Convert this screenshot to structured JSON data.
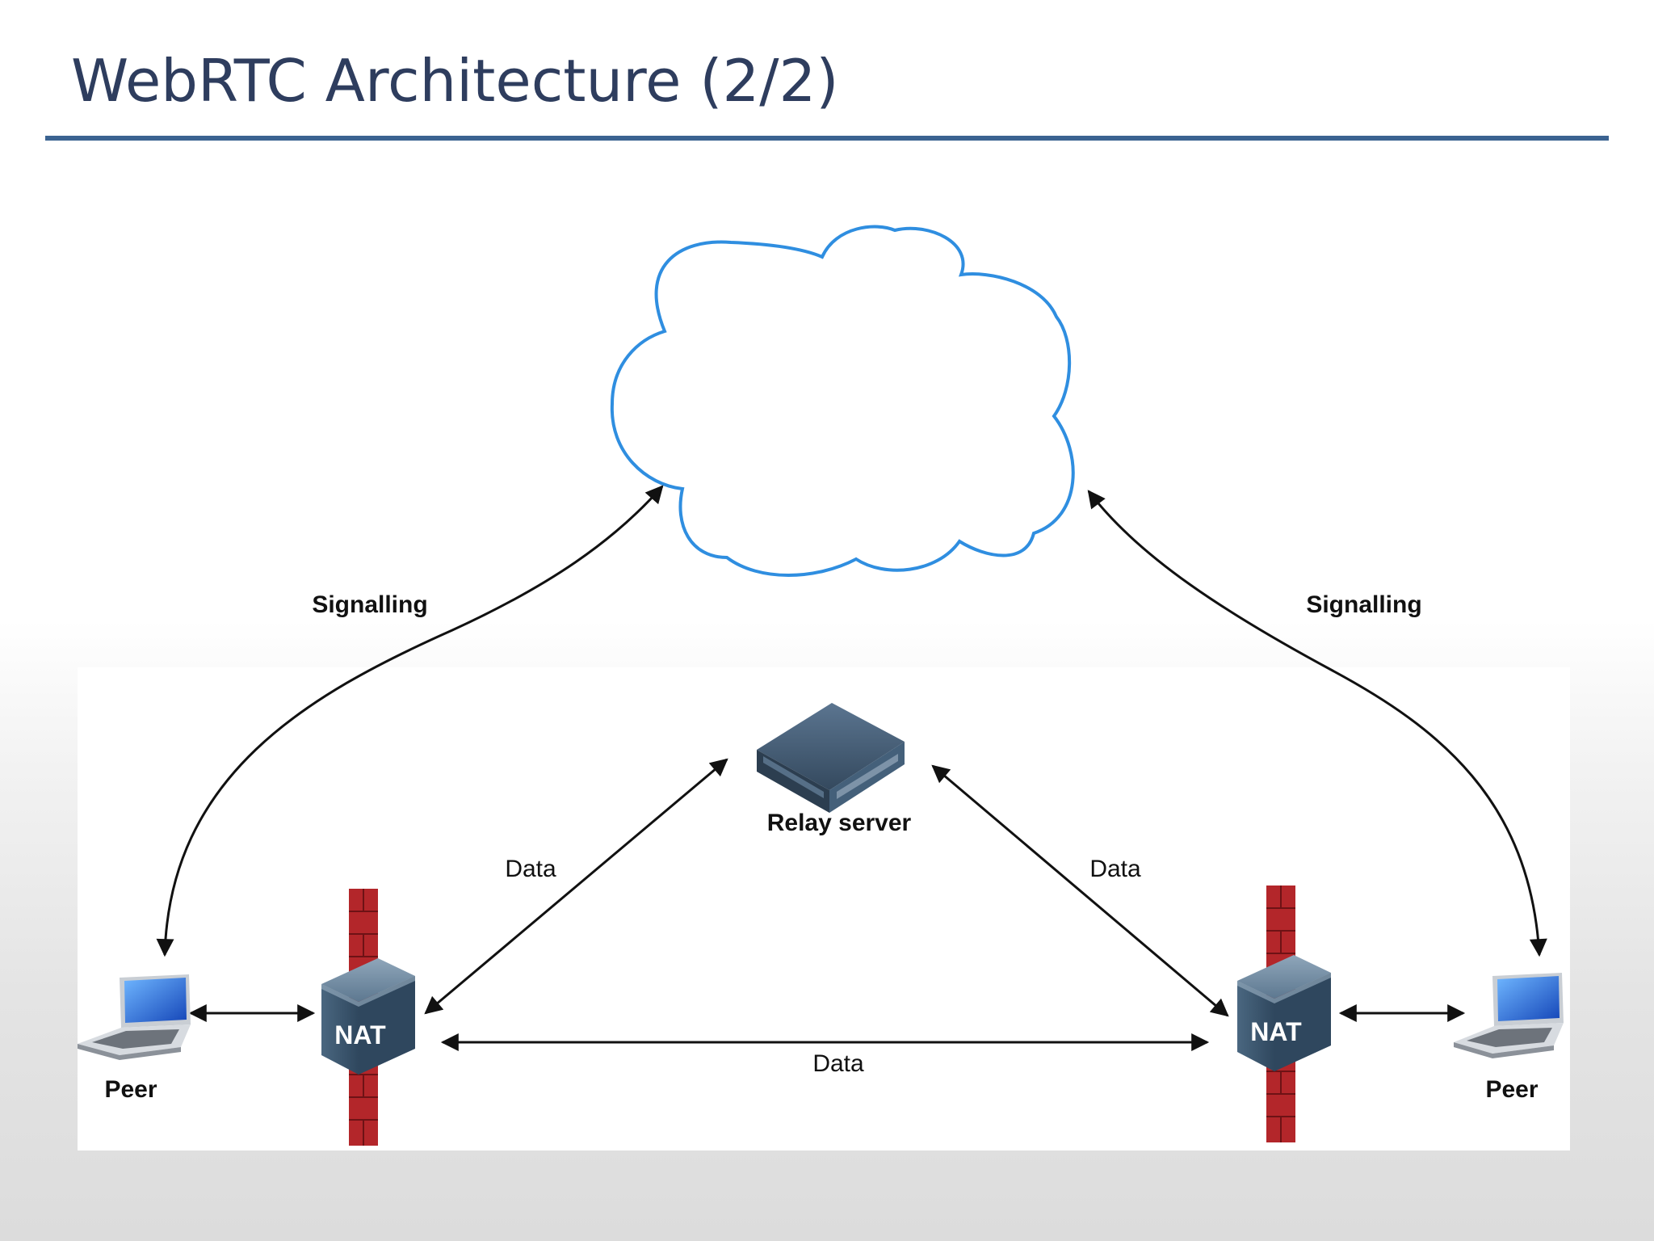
{
  "slide": {
    "title": "WebRTC Architecture (2/2)"
  },
  "diagram": {
    "nodes": {
      "left_peer": "Peer",
      "right_peer": "Peer",
      "left_nat": "NAT",
      "right_nat": "NAT",
      "relay": "Relay server",
      "signalling_server": ""
    },
    "edges": {
      "signalling_left": "Signalling",
      "signalling_right": "Signalling",
      "data_left_relay": "Data",
      "data_right_relay": "Data",
      "data_direct": "Data"
    }
  },
  "colors": {
    "title": "#2e3d5e",
    "rule": "#3b6391",
    "cloud_stroke": "#2f8ee0",
    "firewall": "#b3262a",
    "nat_box": "#3e5a74"
  }
}
